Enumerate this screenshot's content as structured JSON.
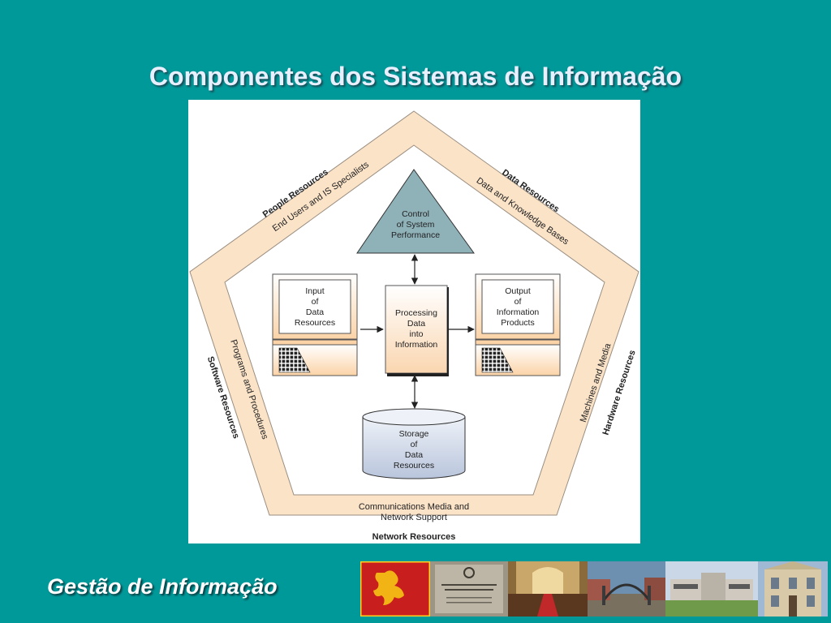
{
  "slide": {
    "title": "Componentes dos Sistemas de Informação",
    "footer_title": "Gestão de Informação"
  },
  "diagram": {
    "resources": {
      "people": "People Resources",
      "people_sub": "End Users and IS Specialists",
      "data": "Data Resources",
      "data_sub": "Data and Knowledge Bases",
      "hardware": "Hardware Resources",
      "hardware_sub": "Machines and Media",
      "software": "Software Resources",
      "software_sub": "Programs and Procedures",
      "network": "Network Resources",
      "network_sub_1": "Communications Media and",
      "network_sub_2": "Network Support"
    },
    "control": [
      "Control",
      "of System",
      "Performance"
    ],
    "input": [
      "Input",
      "of",
      "Data",
      "Resources"
    ],
    "processing": [
      "Processing",
      "Data",
      "into",
      "Information"
    ],
    "output": [
      "Output",
      "of",
      "Information",
      "Products"
    ],
    "storage": [
      "Storage",
      "of",
      "Data",
      "Resources"
    ]
  },
  "colors": {
    "background": "#009999",
    "band": "#fbe3c8",
    "band_stroke": "#9a8e80",
    "triangle": "#8fb1b8",
    "cylinder": "#ccd5e6",
    "box_gradient_top": "#ffffff",
    "box_gradient_bottom": "#fbd3a7"
  },
  "photos": [
    {
      "name": "coat-of-arms-photo"
    },
    {
      "name": "plaque-photo"
    },
    {
      "name": "church-interior-photo"
    },
    {
      "name": "gate-photo"
    },
    {
      "name": "building-photo"
    },
    {
      "name": "facade-photo"
    }
  ]
}
